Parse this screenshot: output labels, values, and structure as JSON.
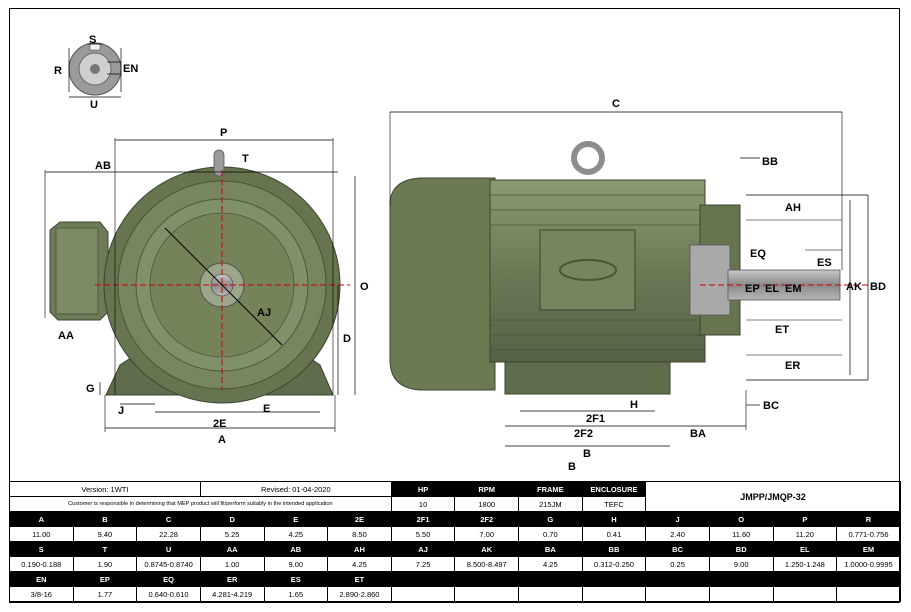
{
  "diagram": {
    "labels": {
      "S": "S",
      "R": "R",
      "EN": "EN",
      "U": "U",
      "P": "P",
      "T": "T",
      "AB": "AB",
      "AA": "AA",
      "AJ": "AJ",
      "O": "O",
      "D": "D",
      "G": "G",
      "J": "J",
      "E": "E",
      "2E": "2E",
      "A": "A",
      "C": "C",
      "BB": "BB",
      "AH": "AH",
      "EQ": "EQ",
      "ES": "ES",
      "EP": "EP",
      "EL": "EL",
      "EM": "EM",
      "AK": "AK",
      "BD": "BD",
      "ET": "ET",
      "ER": "ER",
      "BC": "BC",
      "H": "H",
      "2F1": "2F1",
      "2F2": "2F2",
      "BA": "BA",
      "B": "B",
      "B_cut": "B"
    }
  },
  "table": {
    "version": "Version: 1WTI",
    "revised": "Revised: 01-04-2020",
    "disclaimer": "Customer is responsible in determining that MEP product will fit/perform suitably in the intended application",
    "model": "JMPP/JMQP-32",
    "summary_headers": [
      "HP",
      "RPM",
      "FRAME",
      "ENCLOSURE"
    ],
    "summary_values": [
      "10",
      "1800",
      "215JM",
      "TEFC"
    ],
    "rows": [
      {
        "headers": [
          "A",
          "B",
          "C",
          "D",
          "E",
          "2E",
          "2F1",
          "2F2",
          "G",
          "H",
          "J",
          "O",
          "P",
          "R"
        ],
        "values": [
          "11.00",
          "9.40",
          "22.28",
          "5.25",
          "4.25",
          "8.50",
          "5.50",
          "7.00",
          "0.70",
          "0.41",
          "2.40",
          "11.60",
          "11.20",
          "0.771-0.756"
        ]
      },
      {
        "headers": [
          "S",
          "T",
          "U",
          "AA",
          "AB",
          "AH",
          "AJ",
          "AK",
          "BA",
          "BB",
          "BC",
          "BD",
          "EL",
          "EM"
        ],
        "values": [
          "0.190-0.188",
          "1.90",
          "0.8745-0.8740",
          "1.00",
          "9.00",
          "4.25",
          "7.25",
          "8.500-8.497",
          "4.25",
          "0.312-0.250",
          "0.25",
          "9.00",
          "1.250-1.248",
          "1.0000-0.9995"
        ]
      },
      {
        "headers": [
          "EN",
          "EP",
          "EQ",
          "ER",
          "ES",
          "ET",
          "",
          "",
          "",
          "",
          "",
          "",
          "",
          ""
        ],
        "values": [
          "3/8-16",
          "1.77",
          "0.640-0.610",
          "4.281-4.219",
          "1.65",
          "2.890-2.860",
          "",
          "",
          "",
          "",
          "",
          "",
          "",
          ""
        ]
      }
    ]
  }
}
